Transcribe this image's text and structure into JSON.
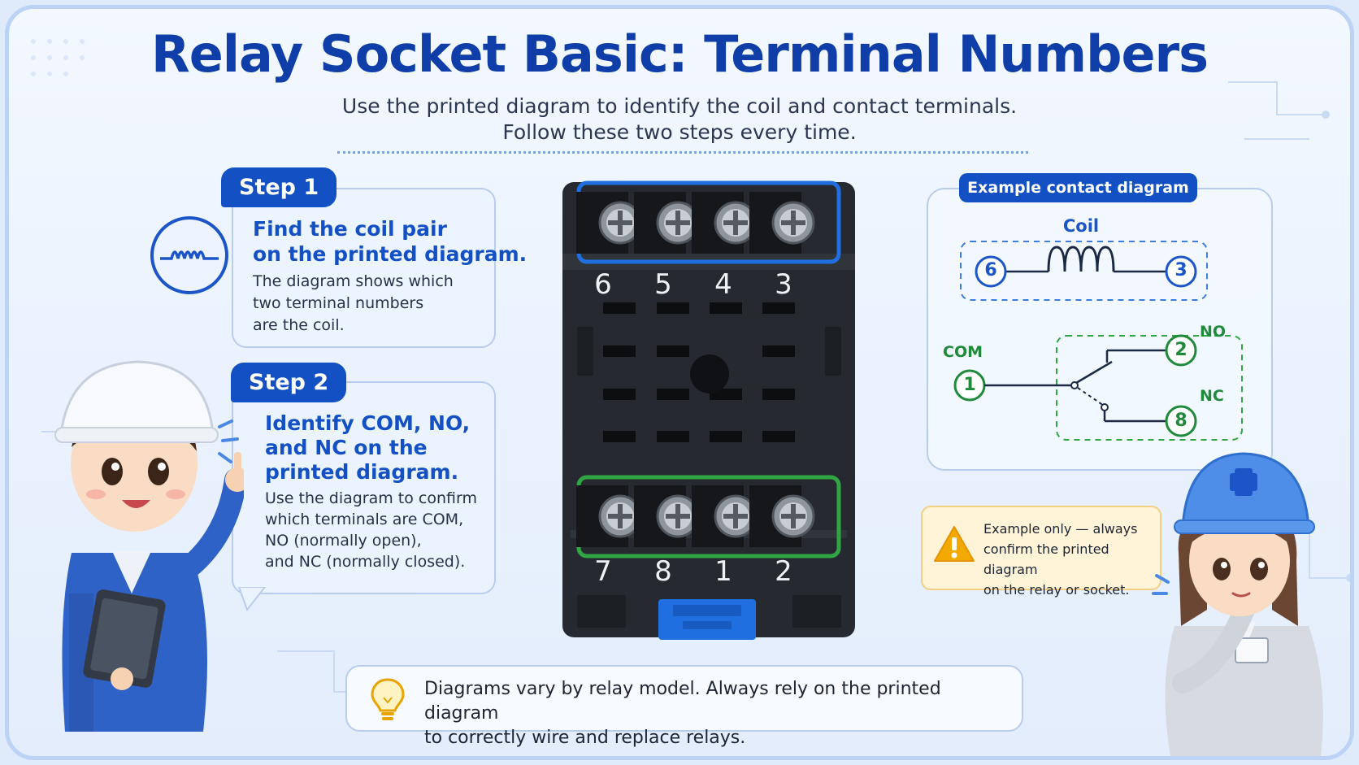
{
  "title": "Relay Socket Basic: Terminal Numbers",
  "subtitle_line1": "Use the printed diagram to identify the coil and contact terminals.",
  "subtitle_line2": "Follow these two steps every time.",
  "step1": {
    "tab": "Step 1",
    "heading_line1": "Find the coil pair",
    "heading_line2": "on the printed diagram.",
    "body_line1": "The diagram shows which",
    "body_line2": "two terminal numbers",
    "body_line3": "are the coil."
  },
  "step2": {
    "tab": "Step 2",
    "heading_line1": "Identify COM, NO,",
    "heading_line2": "and NC on the",
    "heading_line3": "printed diagram.",
    "body_line1": "Use the diagram to confirm",
    "body_line2": "which terminals are COM,",
    "body_line3": "NO (normally open),",
    "body_line4": "and NC (normally closed)."
  },
  "socket": {
    "top_terminals": [
      "6",
      "5",
      "4",
      "3"
    ],
    "bottom_terminals": [
      "7",
      "8",
      "1",
      "2"
    ]
  },
  "diagram": {
    "tab": "Example contact diagram",
    "coil_label": "Coil",
    "coil_left": "6",
    "coil_right": "3",
    "com_label": "COM",
    "com_terminal": "1",
    "no_label": "NO",
    "no_terminal": "2",
    "nc_label": "NC",
    "nc_terminal": "8"
  },
  "warning": {
    "line1": "Example only — always",
    "line2": "confirm the printed diagram",
    "line3": "on the relay or socket."
  },
  "note": {
    "line1": "Diagrams vary by relay model. Always rely on the printed diagram",
    "line2": "to correctly wire and replace relays."
  },
  "colors": {
    "brand_blue": "#1250c4",
    "coil_blue": "#1b55c8",
    "contact_green": "#1e8a3a",
    "warning_yellow": "#f2a900"
  }
}
